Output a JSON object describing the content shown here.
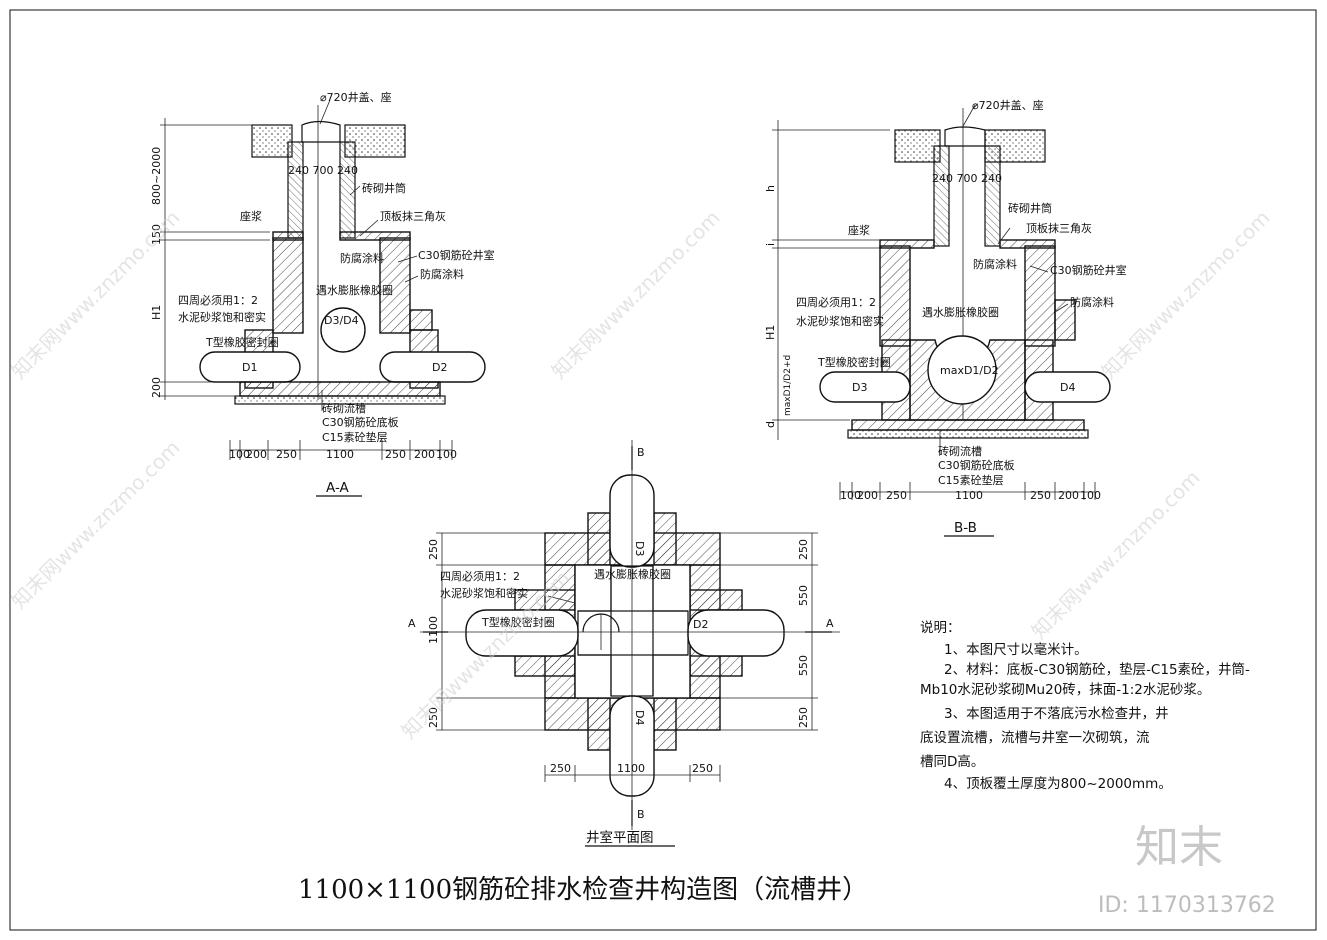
{
  "title": "1100×1100钢筋砼排水检查井构造图（流槽井）",
  "aa": {
    "cover": "⌀720井盖、座",
    "dim_top": "240 700 240",
    "brick_shaft": "砖砌井筒",
    "mortar_bed": "座浆",
    "triangle": "顶板抹三角灰",
    "chamber": "C30钢筋砼井室",
    "anticorr1": "防腐涂料",
    "anticorr2": "防腐涂料",
    "swell_ring": "遇水膨胀橡胶圈",
    "note1": "四周必须用1：2",
    "note2": "水泥砂浆饱和密实",
    "t_ring": "T型橡胶密封圈",
    "d1": "D1",
    "d2": "D2",
    "d3d4": "D3/D4",
    "v1": "800~2000",
    "v2": "150",
    "v3": "H1",
    "v4": "200",
    "flow": "砖砌流槽",
    "base": "C30钢筋砼底板",
    "cushion": "C15素砼垫层",
    "bottom_dims": [
      "100",
      "200",
      "250",
      "1100",
      "250",
      "200",
      "100"
    ],
    "label": "A-A"
  },
  "bb": {
    "cover": "⌀720井盖、座",
    "dim_top": "240 700 240",
    "brick_shaft": "砖砌井筒",
    "mortar_bed": "座浆",
    "triangle": "顶板抹三角灰",
    "chamber": "C30钢筋砼井室",
    "anticorr1": "防腐涂料",
    "anticorr2": "防腐涂料",
    "swell_ring": "遇水膨胀橡胶圈",
    "note1": "四周必须用1：2",
    "note2": "水泥砂浆饱和密实",
    "t_ring": "T型橡胶密封圈",
    "d3": "D3",
    "d4": "D4",
    "maxd": "maxD1/D2",
    "v1": "h",
    "v2": "i",
    "v3": "H1",
    "v4": "maxD1/D2+d",
    "v5": "d",
    "flow": "砖砌流槽",
    "base": "C30钢筋砼底板",
    "cushion": "C15素砼垫层",
    "bottom_dims": [
      "100",
      "200",
      "250",
      "1100",
      "250",
      "200",
      "100"
    ],
    "label": "B-B"
  },
  "plan": {
    "swell_ring": "遇水膨胀橡胶圈",
    "note1": "四周必须用1：2",
    "note2": "水泥砂浆饱和密实",
    "t_ring": "T型橡胶密封圈",
    "d2": "D2",
    "d3": "D3",
    "d4": "D4",
    "left_dims": [
      "250",
      "1100",
      "250"
    ],
    "right_dims": [
      "250",
      "550",
      "550",
      "250"
    ],
    "bottom_dims": [
      "250",
      "1100",
      "250"
    ],
    "cut_a": "A",
    "cut_b": "B",
    "label": "井室平面图"
  },
  "notes": {
    "heading": "说明：",
    "lines": [
      "1、本图尺寸以毫米计。",
      "2、材料：底板-C30钢筋砼，垫层-C15素砼，井筒-",
      "Mb10水泥砂浆砌Mu20砖，抹面-1:2水泥砂浆。",
      "3、本图适用于不落底污水检查井，井",
      "底设置流槽，流槽与井室一次砌筑，流",
      "槽同D高。",
      "4、顶板覆土厚度为800~2000mm。"
    ]
  },
  "watermark": {
    "text": "知末网www.znzmo.com",
    "logo": "知末",
    "id": "ID: 1170313762"
  }
}
